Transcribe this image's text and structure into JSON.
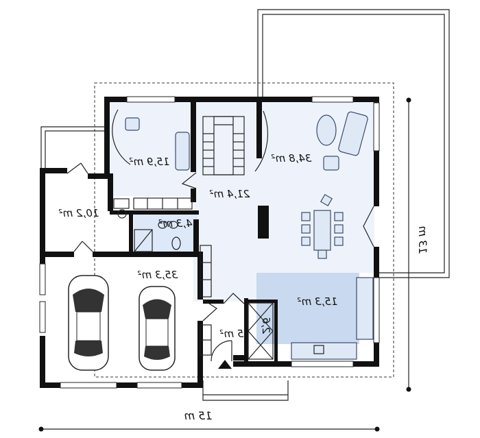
{
  "rooms": [
    {
      "id": "bedroom",
      "area": "15,9 m²",
      "fill": "#eef3fb"
    },
    {
      "id": "hall",
      "area": "21,4 m²",
      "fill": "#eef3fb"
    },
    {
      "id": "living",
      "area": "34,8 m²",
      "fill": "#eef3fb"
    },
    {
      "id": "utility",
      "area": "10,2 m²",
      "fill": "#ffffff"
    },
    {
      "id": "bathroom",
      "area": "4,3 m²",
      "fill": "#dde8f8"
    },
    {
      "id": "garage",
      "area": "35,3 m²",
      "fill": "#ffffff"
    },
    {
      "id": "kitchen",
      "area": "15,3 m²",
      "fill": "#c9d9ef"
    },
    {
      "id": "pantry",
      "area": "2,6",
      "fill": "#ffffff"
    },
    {
      "id": "vestibule",
      "area": "5 m²",
      "fill": "#ffffff"
    }
  ],
  "dimensions": {
    "width": "15 m",
    "depth": "13 m"
  },
  "colors": {
    "wall": "#111111",
    "furniture_outline": "#3a4a6a",
    "furniture_fill": "#dfe8f5"
  }
}
